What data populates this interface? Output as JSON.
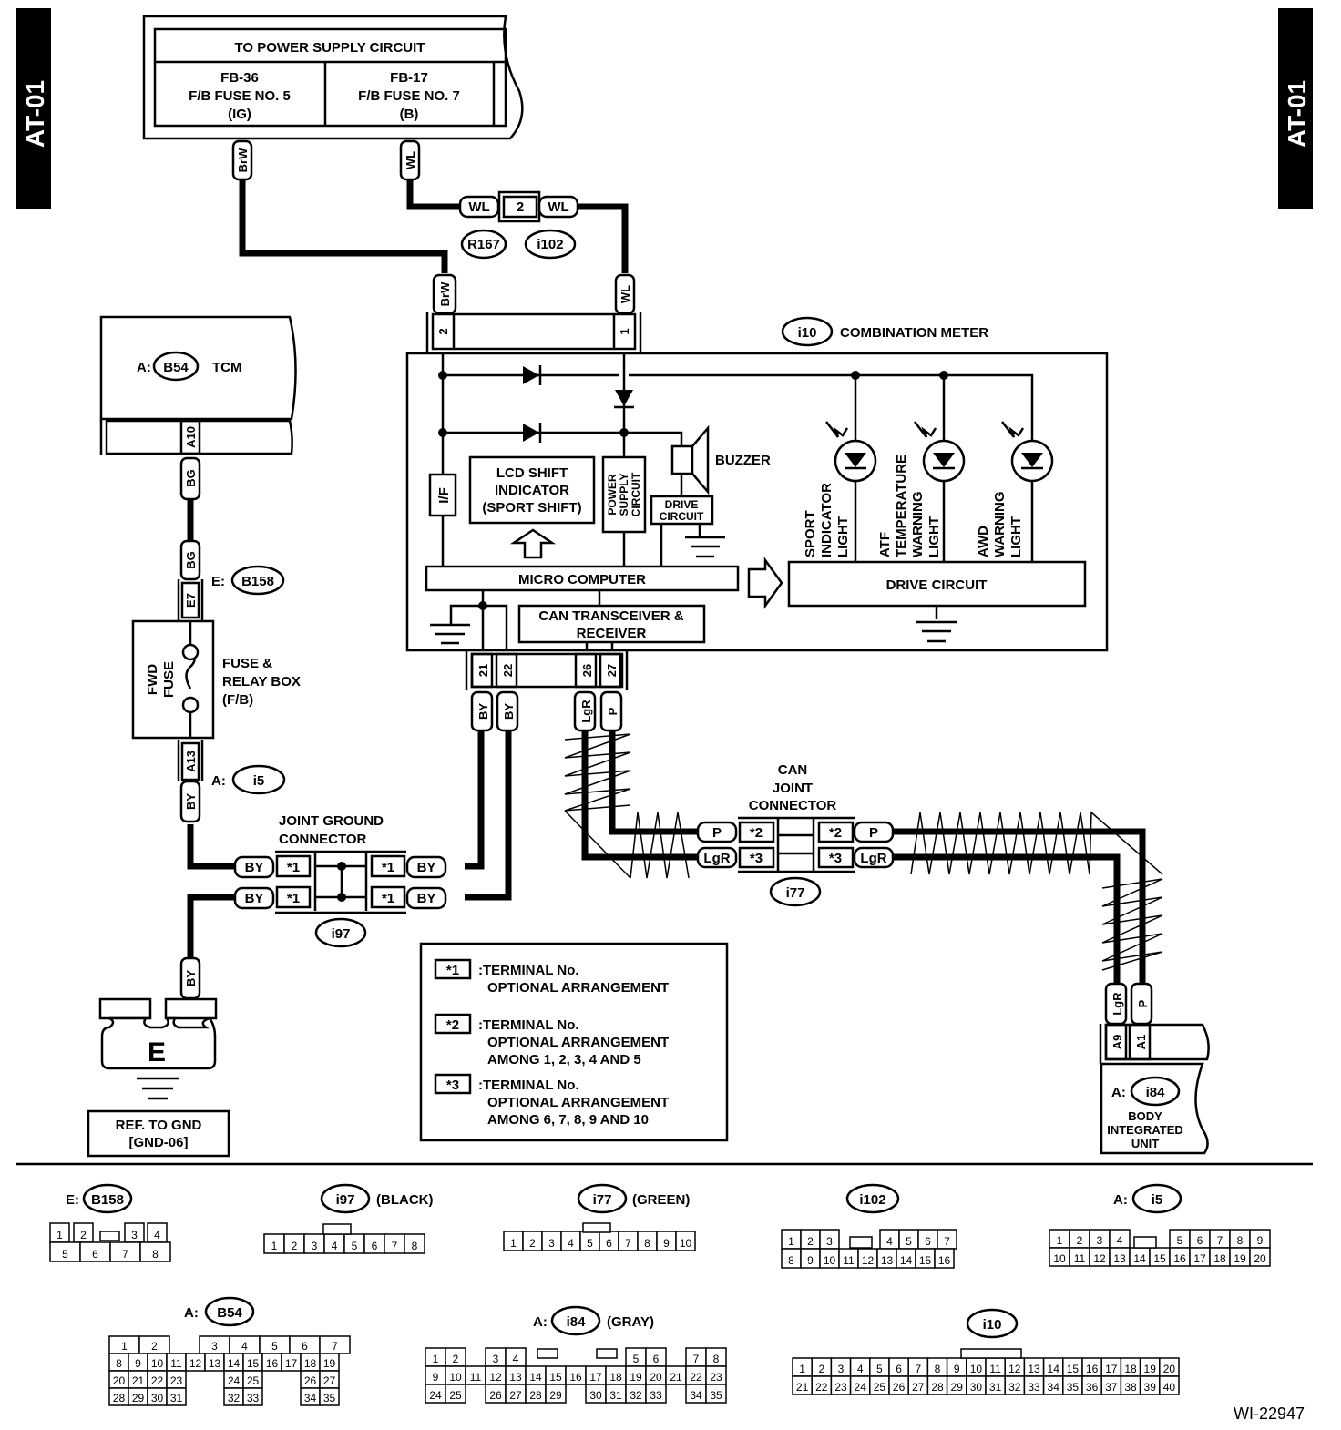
{
  "page_tag": "AT-01",
  "figure_id": "WI-22947",
  "colors": {
    "ink": "#000000",
    "paper": "#ffffff"
  },
  "power_supply": {
    "title": "TO POWER SUPPLY CIRCUIT",
    "fuses": [
      {
        "code": "FB-36",
        "name": "F/B FUSE NO. 5",
        "mode": "(IG)"
      },
      {
        "code": "FB-17",
        "name": "F/B FUSE NO. 7",
        "mode": "(B)"
      }
    ]
  },
  "wires": {
    "brw": "BrW",
    "wl": "WL",
    "bg": "BG",
    "by": "BY",
    "lgr": "LgR",
    "p": "P"
  },
  "inline_connector": {
    "pin": "2",
    "left": "R167",
    "right": "i102"
  },
  "combination_meter": {
    "connector": "i10",
    "title": "COMBINATION METER",
    "top_pins": [
      "2",
      "1"
    ],
    "bottom_pins": [
      "21",
      "22",
      "26",
      "27"
    ],
    "blocks": {
      "if": "I/F",
      "lcd": [
        "LCD SHIFT",
        "INDICATOR",
        "(SPORT SHIFT)"
      ],
      "power": [
        "POWER",
        "SUPPLY",
        "CIRCUIT"
      ],
      "drive_small": [
        "DRIVE",
        "CIRCUIT"
      ],
      "buzzer": "BUZZER",
      "micro": "MICRO COMPUTER",
      "can": [
        "CAN TRANSCEIVER &",
        "RECEIVER"
      ],
      "drive": "DRIVE CIRCUIT"
    },
    "lights": [
      [
        "SPORT",
        "INDICATOR",
        "LIGHT"
      ],
      [
        "ATF",
        "TEMPERATURE",
        "WARNING",
        "LIGHT"
      ],
      [
        "AWD",
        "WARNING",
        "LIGHT"
      ]
    ]
  },
  "tcm": {
    "prefix": "A:",
    "connector": "B54",
    "name": "TCM",
    "pin": "A10"
  },
  "fuse_box": {
    "top_prefix": "E:",
    "top_connector": "B158",
    "top_pin": "E7",
    "fuse": [
      "FWD",
      "FUSE"
    ],
    "name": [
      "FUSE &",
      "RELAY BOX",
      "(F/B)"
    ],
    "bottom_pin": "A13",
    "bottom_prefix": "A:",
    "bottom_connector": "i5"
  },
  "joint_ground": {
    "title": [
      "JOINT GROUND",
      "CONNECTOR"
    ],
    "connector": "i97",
    "pin": "*1"
  },
  "ground": {
    "label": "E",
    "ref": [
      "REF. TO GND",
      "[GND-06]"
    ]
  },
  "can_joint": {
    "title": [
      "CAN",
      "JOINT",
      "CONNECTOR"
    ],
    "connector": "i77",
    "pins": [
      "*2",
      "*3"
    ]
  },
  "body_unit": {
    "prefix": "A:",
    "connector": "i84",
    "name": [
      "BODY",
      "INTEGRATED",
      "UNIT"
    ],
    "pins": [
      "A9",
      "A1"
    ]
  },
  "legend": [
    {
      "mark": "*1",
      "lines": [
        ":TERMINAL No.",
        "OPTIONAL ARRANGEMENT"
      ]
    },
    {
      "mark": "*2",
      "lines": [
        ":TERMINAL No.",
        "OPTIONAL ARRANGEMENT",
        "AMONG 1, 2, 3, 4 AND 5"
      ]
    },
    {
      "mark": "*3",
      "lines": [
        ":TERMINAL No.",
        "OPTIONAL ARRANGEMENT",
        "AMONG 6, 7, 8, 9 AND 10"
      ]
    }
  ],
  "connector_views": [
    {
      "prefix": "E:",
      "id": "B158",
      "color": ""
    },
    {
      "prefix": "",
      "id": "i97",
      "color": "(BLACK)"
    },
    {
      "prefix": "",
      "id": "i77",
      "color": "(GREEN)"
    },
    {
      "prefix": "",
      "id": "i102",
      "color": ""
    },
    {
      "prefix": "A:",
      "id": "i5",
      "color": ""
    },
    {
      "prefix": "A:",
      "id": "B54",
      "color": ""
    },
    {
      "prefix": "A:",
      "id": "i84",
      "color": "(GRAY)"
    },
    {
      "prefix": "",
      "id": "i10",
      "color": ""
    }
  ]
}
